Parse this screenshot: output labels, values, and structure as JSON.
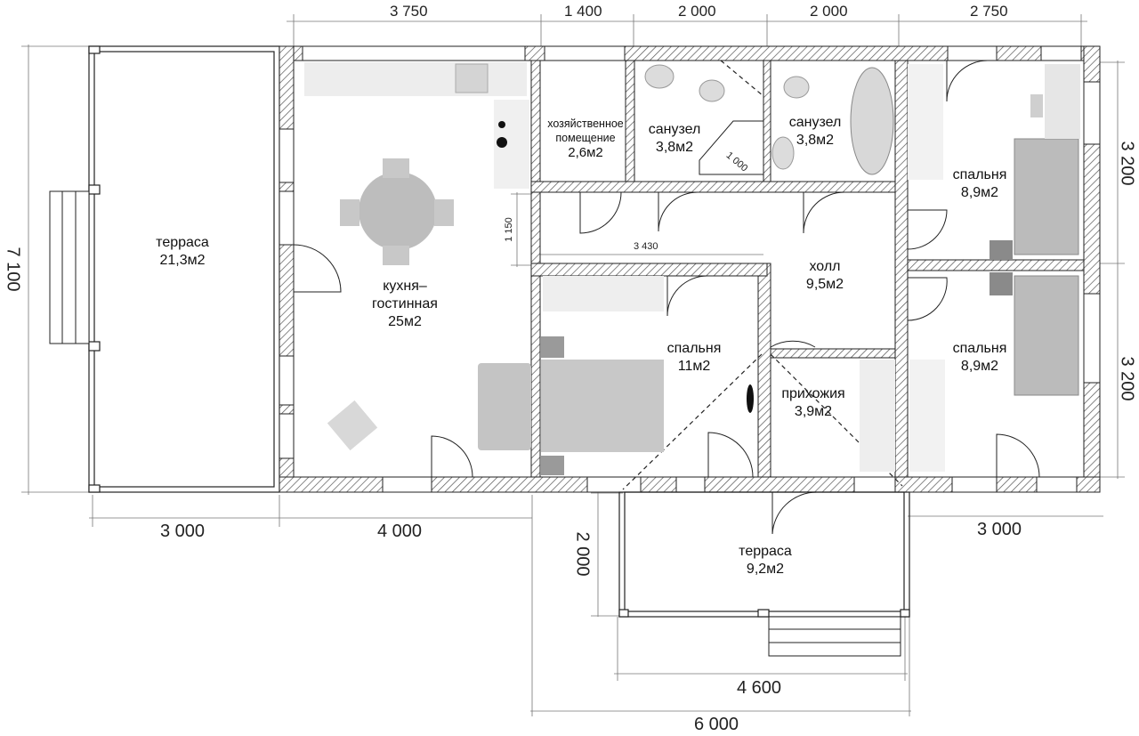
{
  "rooms": {
    "terrace_left": {
      "name": "терраса",
      "area": "21,3м2"
    },
    "kitchen": {
      "name1": "кухня–",
      "name2": "гостинная",
      "area": "25м2"
    },
    "utility": {
      "name1": "хозяйственное",
      "name2": "помещение",
      "area": "2,6м2"
    },
    "bath1": {
      "name": "санузел",
      "area": "3,8м2"
    },
    "bath2": {
      "name": "санузел",
      "area": "3,8м2"
    },
    "bedroom_top": {
      "name": "спальня",
      "area": "8,9м2"
    },
    "hall": {
      "name": "холл",
      "area": "9,5м2"
    },
    "bedroom_mid": {
      "name": "спальня",
      "area": "11м2"
    },
    "entrance": {
      "name": "прихожия",
      "area": "3,9м2"
    },
    "bedroom_bottom": {
      "name": "спальня",
      "area": "8,9м2"
    },
    "terrace_bottom": {
      "name": "терраса",
      "area": "9,2м2"
    }
  },
  "dimensions": {
    "top": [
      "3 750",
      "1 400",
      "2 000",
      "2 000",
      "2 750"
    ],
    "left_total": "7 100",
    "right_upper": "3 200",
    "right_lower": "3 200",
    "bottom_left": "3 000",
    "bottom_kitchen": "4 000",
    "bottom_right": "3 000",
    "terrace_depth": "2 000",
    "terrace_width": "4 600",
    "bottom_total": "6 000",
    "corridor_width": "1 150",
    "bedroom_width": "3 430",
    "shower_diag": "1 000"
  }
}
